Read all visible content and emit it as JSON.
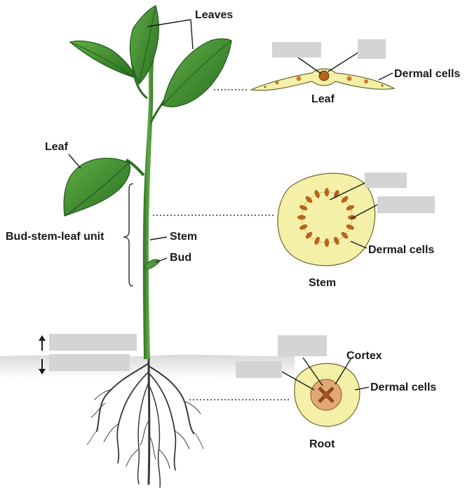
{
  "labels": {
    "leaves": "Leaves",
    "leaf_left": "Leaf",
    "bud_stem_leaf_unit": "Bud-stem-leaf unit",
    "stem": "Stem",
    "bud": "Bud",
    "dermal_cells_leaf": "Dermal cells",
    "leaf_section": "Leaf",
    "dermal_cells_stem": "Dermal cells",
    "stem_section": "Stem",
    "cortex": "Cortex",
    "dermal_cells_root": "Dermal cells",
    "root_section": "Root"
  },
  "colors": {
    "leaf_green": "#3f8a2f",
    "leaf_dark": "#1f5a1a",
    "section_fill": "#f5f0a8",
    "vascular": "#b5651d",
    "soil": "#ececec",
    "blank_box": "#d4d4d4"
  }
}
